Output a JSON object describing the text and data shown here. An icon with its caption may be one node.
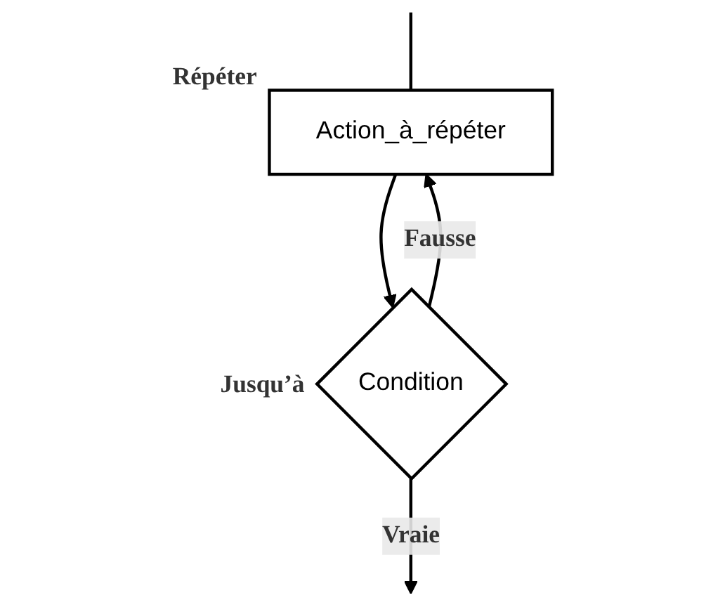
{
  "diagram": {
    "nodes": [
      {
        "text": [
          "Action_à_répéter"
        ],
        "beside": [
          "Répéter"
        ]
      },
      {
        "text": [
          "Condition"
        ],
        "beside": [
          "Jusqu’à"
        ]
      }
    ],
    "edges": [
      {
        "from": null,
        "to": 0,
        "arrow": "none"
      },
      {
        "from": 0,
        "to": 1,
        "arrow": "to"
      },
      {
        "from": 1,
        "to": 0,
        "arrow": "to",
        "label": "Fausse"
      },
      {
        "from": 1,
        "to": null,
        "arrow": "to",
        "label": "Vraie"
      }
    ]
  }
}
